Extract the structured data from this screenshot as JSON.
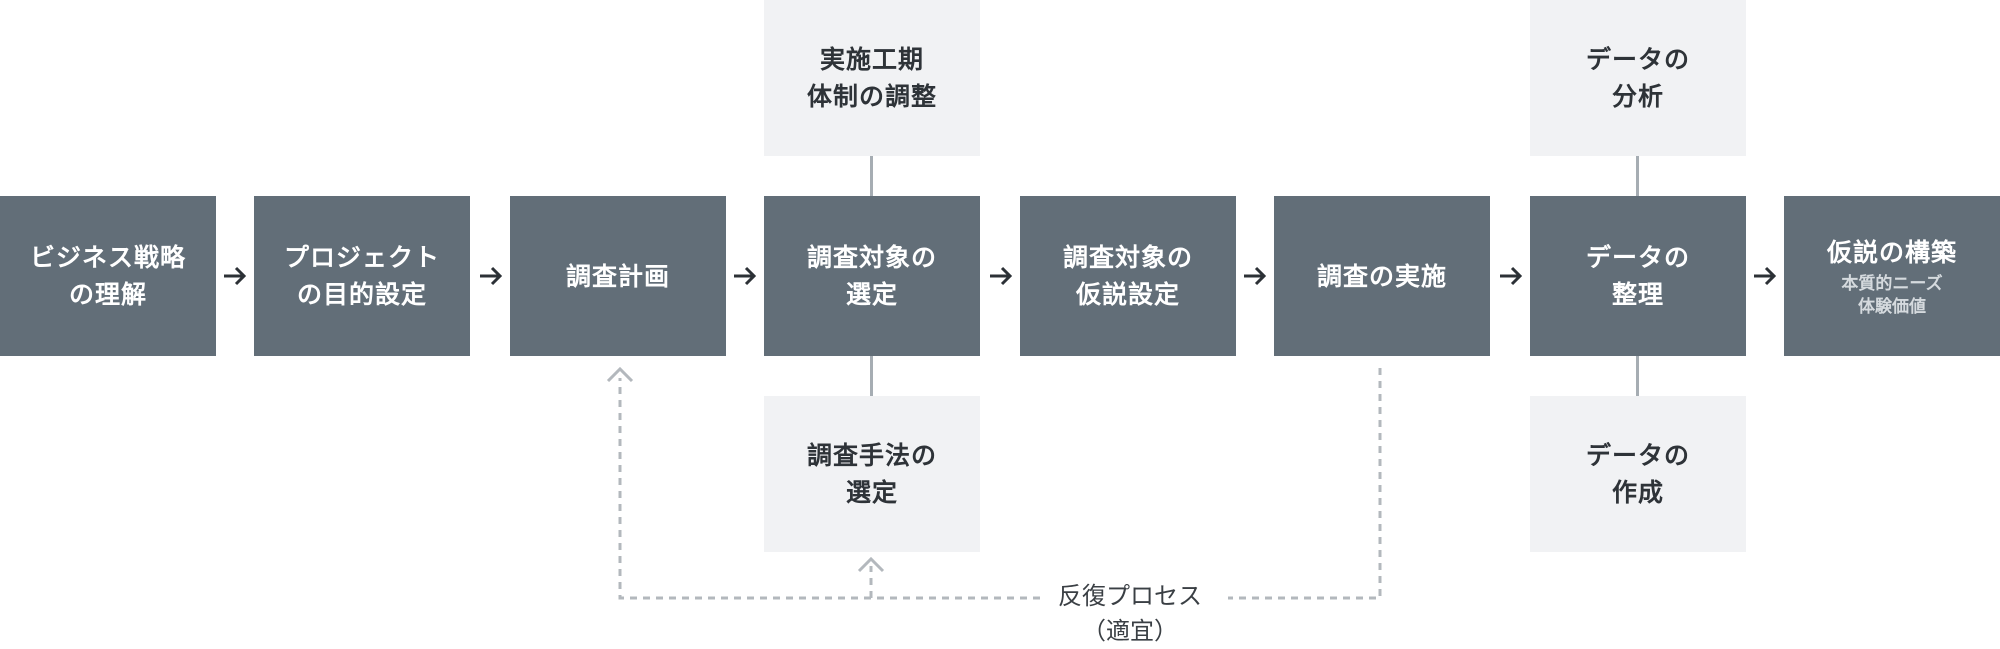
{
  "flow": {
    "steps": [
      {
        "line1": "ビジネス戦略",
        "line2": "の理解"
      },
      {
        "line1": "プロジェクト",
        "line2": "の目的設定"
      },
      {
        "line1": "調査計画"
      },
      {
        "line1": "調査対象の",
        "line2": "選定"
      },
      {
        "line1": "調査対象の",
        "line2": "仮説設定"
      },
      {
        "line1": "調査の実施"
      },
      {
        "line1": "データの",
        "line2": "整理"
      },
      {
        "line1": "仮説の構築",
        "note1": "本質的ニーズ",
        "note2": "体験価値"
      }
    ]
  },
  "sub_boxes": {
    "schedule": {
      "line1": "実施工期",
      "line2": "体制の調整"
    },
    "method": {
      "line1": "調査手法の",
      "line2": "選定"
    },
    "analysis": {
      "line1": "データの",
      "line2": "分析"
    },
    "creation": {
      "line1": "データの",
      "line2": "作成"
    }
  },
  "loop": {
    "line1": "反復プロセス",
    "line2": "（適宜）"
  },
  "colors": {
    "main_box": "#626e78",
    "sub_box": "#f1f2f4",
    "arrow": "#2c3136",
    "dashed": "#b3b8bd"
  }
}
